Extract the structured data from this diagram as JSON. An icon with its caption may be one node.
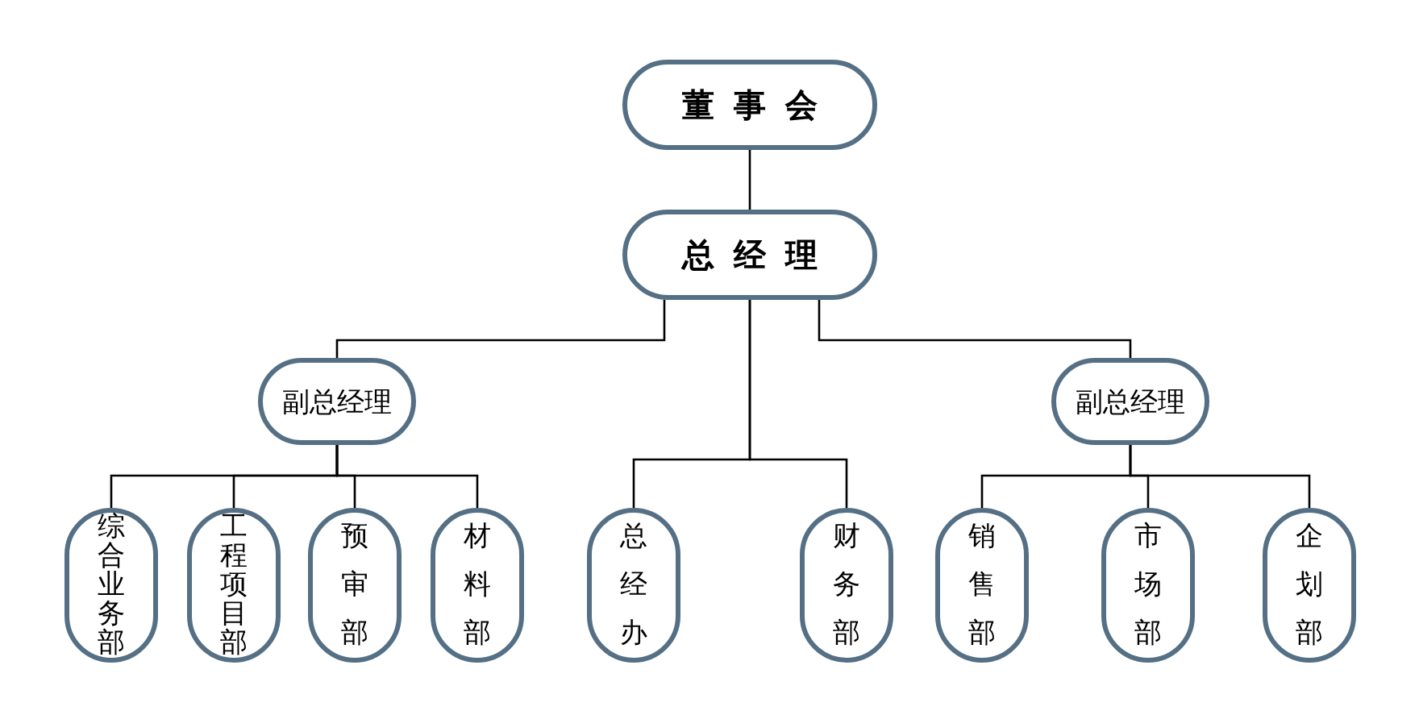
{
  "diagram": {
    "nodes": [
      {
        "text": [
          "董事会"
        ]
      },
      {
        "text": [
          "总经理"
        ]
      },
      {
        "text": [
          "副总经理"
        ]
      },
      {
        "text": [
          "副总经理"
        ]
      },
      {
        "text": [
          "综合业务部"
        ]
      },
      {
        "text": [
          "工程项目部"
        ]
      },
      {
        "text": [
          "预审部"
        ]
      },
      {
        "text": [
          "材料部"
        ]
      },
      {
        "text": [
          "总经办"
        ]
      },
      {
        "text": [
          "财务部"
        ]
      },
      {
        "text": [
          "销售部"
        ]
      },
      {
        "text": [
          "市场部"
        ]
      },
      {
        "text": [
          "企划部"
        ]
      }
    ],
    "edges": [
      {
        "from": 0,
        "to": 1,
        "arrow": "none"
      },
      {
        "from": 1,
        "to": 2,
        "arrow": "none"
      },
      {
        "from": 1,
        "to": 3,
        "arrow": "none"
      },
      {
        "from": 1,
        "to": 8,
        "arrow": "none"
      },
      {
        "from": 1,
        "to": 9,
        "arrow": "none"
      },
      {
        "from": 2,
        "to": 4,
        "arrow": "none"
      },
      {
        "from": 2,
        "to": 5,
        "arrow": "none"
      },
      {
        "from": 2,
        "to": 6,
        "arrow": "none"
      },
      {
        "from": 2,
        "to": 7,
        "arrow": "none"
      },
      {
        "from": 3,
        "to": 10,
        "arrow": "none"
      },
      {
        "from": 3,
        "to": 11,
        "arrow": "none"
      },
      {
        "from": 3,
        "to": 12,
        "arrow": "none"
      }
    ]
  }
}
